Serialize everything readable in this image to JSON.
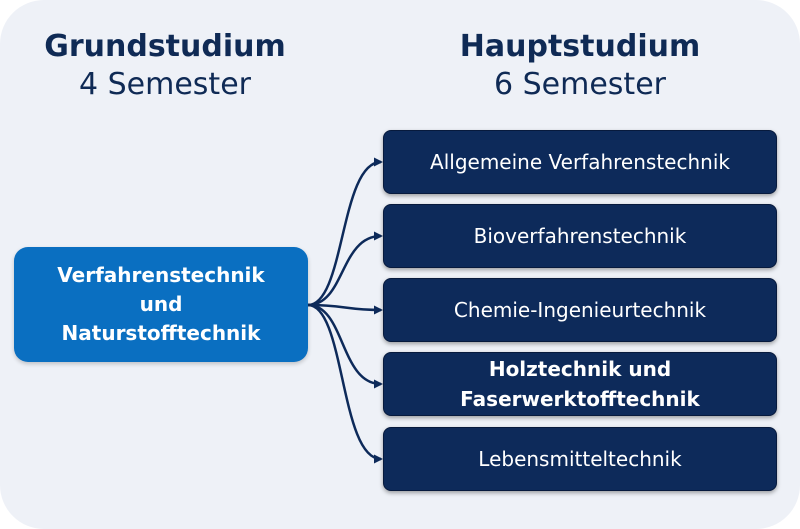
{
  "grundstudium": {
    "title": "Grundstudium",
    "subtitle": "4 Semester"
  },
  "hauptstudium": {
    "title": "Hauptstudium",
    "subtitle": "6 Semester"
  },
  "source": {
    "lines": [
      "Verfahrenstechnik",
      "und",
      "Naturstofftechnik"
    ]
  },
  "targets": [
    {
      "lines": [
        "Allgemeine Verfahrenstechnik"
      ]
    },
    {
      "lines": [
        "Bioverfahrenstechnik"
      ]
    },
    {
      "lines": [
        "Chemie-Ingenieurtechnik"
      ]
    },
    {
      "lines": [
        "Holztechnik und",
        "Faserwerktofftechnik"
      ],
      "emphasis": true
    },
    {
      "lines": [
        "Lebensmitteltechnik"
      ]
    }
  ],
  "colors": {
    "panel": "#eef1f7",
    "heading": "#0f2a55",
    "source": "#0a6fc1",
    "target": "#0d2a5a",
    "arrow": "#0d2a5a"
  }
}
